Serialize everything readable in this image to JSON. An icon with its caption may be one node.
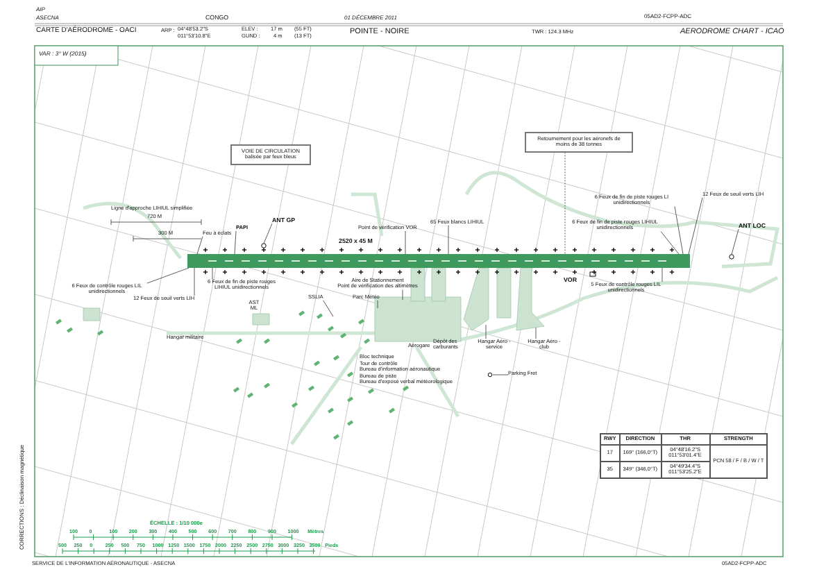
{
  "diagram": {
    "title": "CARTE D'AÉRODROME - OACI",
    "nodes": [
      {
        "text": [
          "VOIE DE CIRCULATION balisée par feux bleus"
        ]
      },
      {
        "text": [
          "Retournement pour les aéronefs de moins de 38 tonnes"
        ]
      },
      {
        "text": [
          "Feu à éclats"
        ]
      },
      {
        "text": [
          "PAPI"
        ]
      },
      {
        "text": [
          "ANT GP"
        ]
      },
      {
        "text": [
          "Point de vérification VOR"
        ]
      },
      {
        "text": [
          "65 Feux blancs LIHIUL"
        ]
      },
      {
        "text": [
          "6 Feux de fin de piste rouges LIHIUL unidirectionnels"
        ]
      },
      {
        "text": [
          "12 Feux de seuil verts LIH"
        ]
      },
      {
        "text": [
          "6 Feux de contrôle rouges LIL unidirectionnels"
        ]
      },
      {
        "text": [
          "Aire de Stationnement",
          "Point de vérification des altimètres"
        ]
      },
      {
        "text": [
          "Parc Météo"
        ]
      },
      {
        "text": [
          "SSLIA"
        ]
      },
      {
        "text": [
          "Hangar Aéro - service"
        ]
      },
      {
        "text": [
          "Hangar Aéro - club"
        ]
      },
      {
        "text": [
          "Parking Fret"
        ]
      },
      {
        "text": [
          "6 Feux de fin de piste rouges LI unidirectionnels"
        ]
      },
      {
        "text": [
          "6 Feux de fin de piste rouges LIHIUL unidirectionnels"
        ]
      },
      {
        "text": [
          "12 Feux de seuil verts LIH"
        ]
      },
      {
        "text": [
          "ANT LOC"
        ]
      },
      {
        "text": [
          "5 Feux de contrôle rouges LIL unidirectionnels"
        ]
      },
      {
        "text": [
          "AST ML"
        ]
      },
      {
        "text": [],
        "shape": "bar"
      },
      {
        "text": [],
        "shape": "circle"
      },
      {
        "text": [],
        "shape": "circle"
      }
    ],
    "edges": [
      {
        "from": 1,
        "to": 22,
        "arrow": "none",
        "style": "dashed"
      },
      {
        "from": 2,
        "to": 22,
        "arrow": "none"
      },
      {
        "from": 3,
        "to": 22,
        "arrow": "none"
      },
      {
        "from": 4,
        "to": 23,
        "arrow": "none"
      },
      {
        "from": 5,
        "to": 22,
        "arrow": "none"
      },
      {
        "from": 6,
        "to": 22,
        "arrow": "none"
      },
      {
        "from": 7,
        "to": 22,
        "arrow": "none"
      },
      {
        "from": 8,
        "to": 22,
        "arrow": "none"
      },
      {
        "from": 9,
        "to": 22,
        "arrow": "none"
      },
      {
        "from": 10,
        "to": null,
        "arrow": "none"
      },
      {
        "from": 11,
        "to": null,
        "arrow": "none"
      },
      {
        "from": 12,
        "to": null,
        "arrow": "none"
      },
      {
        "from": 13,
        "to": null,
        "arrow": "none"
      },
      {
        "from": 14,
        "to": null,
        "arrow": "none"
      },
      {
        "from": 15,
        "to": null,
        "arrow": "none"
      },
      {
        "from": 16,
        "to": 22,
        "arrow": "none"
      },
      {
        "from": 17,
        "to": 22,
        "arrow": "none"
      },
      {
        "from": 18,
        "to": 22,
        "arrow": "none"
      },
      {
        "from": 19,
        "to": 24,
        "arrow": "none"
      },
      {
        "from": 20,
        "to": 22,
        "arrow": "none"
      }
    ],
    "labels": [
      "AIP",
      "ASECNA",
      "CONGO",
      "01 DÉCEMBRE 2011",
      "05AD2-FCPP-ADC",
      "ARP :",
      "04°48'53.2\"S",
      "011°53'10.8\"E",
      "ELEV :",
      "GUND :",
      "17 m",
      "4 m",
      "(55 FT)",
      "(13 FT)",
      "POINTE - NOIRE",
      "TWR : 124.3 MHz",
      "AERODROME CHART - ICAO",
      "VAR : 3° W (2015)",
      "Ligne d'approche LIHIUL simplifiée",
      "720 M",
      "300 M",
      "2520 x 45 M",
      "VOR",
      "Hangar militaire",
      "Bloc technique",
      "Tour de contrôle",
      "Bureau d'information aéronautique",
      "Bureau de piste",
      "Bureau d'exposé verbal météorologique",
      "Aérogare",
      "Dépôt des carburants",
      "RWY",
      "DIRECTION",
      "THR",
      "STRENGTH",
      "17",
      "169° (166,0°T)",
      "04°48'16.2\"S 011°53'01.4\"E",
      "PCN 58 / F / B / W / T",
      "35",
      "349° (346,0°T)",
      "04°49'34.4\"S 011°53'25.2\"E",
      "ÉCHELLE : 1/10 000e",
      "100",
      "0",
      "100",
      "200",
      "300",
      "400",
      "500",
      "600",
      "700",
      "800",
      "900",
      "1000",
      "Mètres",
      "500",
      "250",
      "0",
      "250",
      "500",
      "750",
      "1000",
      "1250",
      "1500",
      "1750",
      "2000",
      "2250",
      "2500",
      "2750",
      "3000",
      "3250",
      "3500",
      "Pieds",
      "CORRECTIONS : Déclinaison magnétique",
      "SERVICE DE L'INFORMATION AÉRONAUTIQUE - ASECNA",
      "05AD2-FCPP-ADC"
    ]
  }
}
